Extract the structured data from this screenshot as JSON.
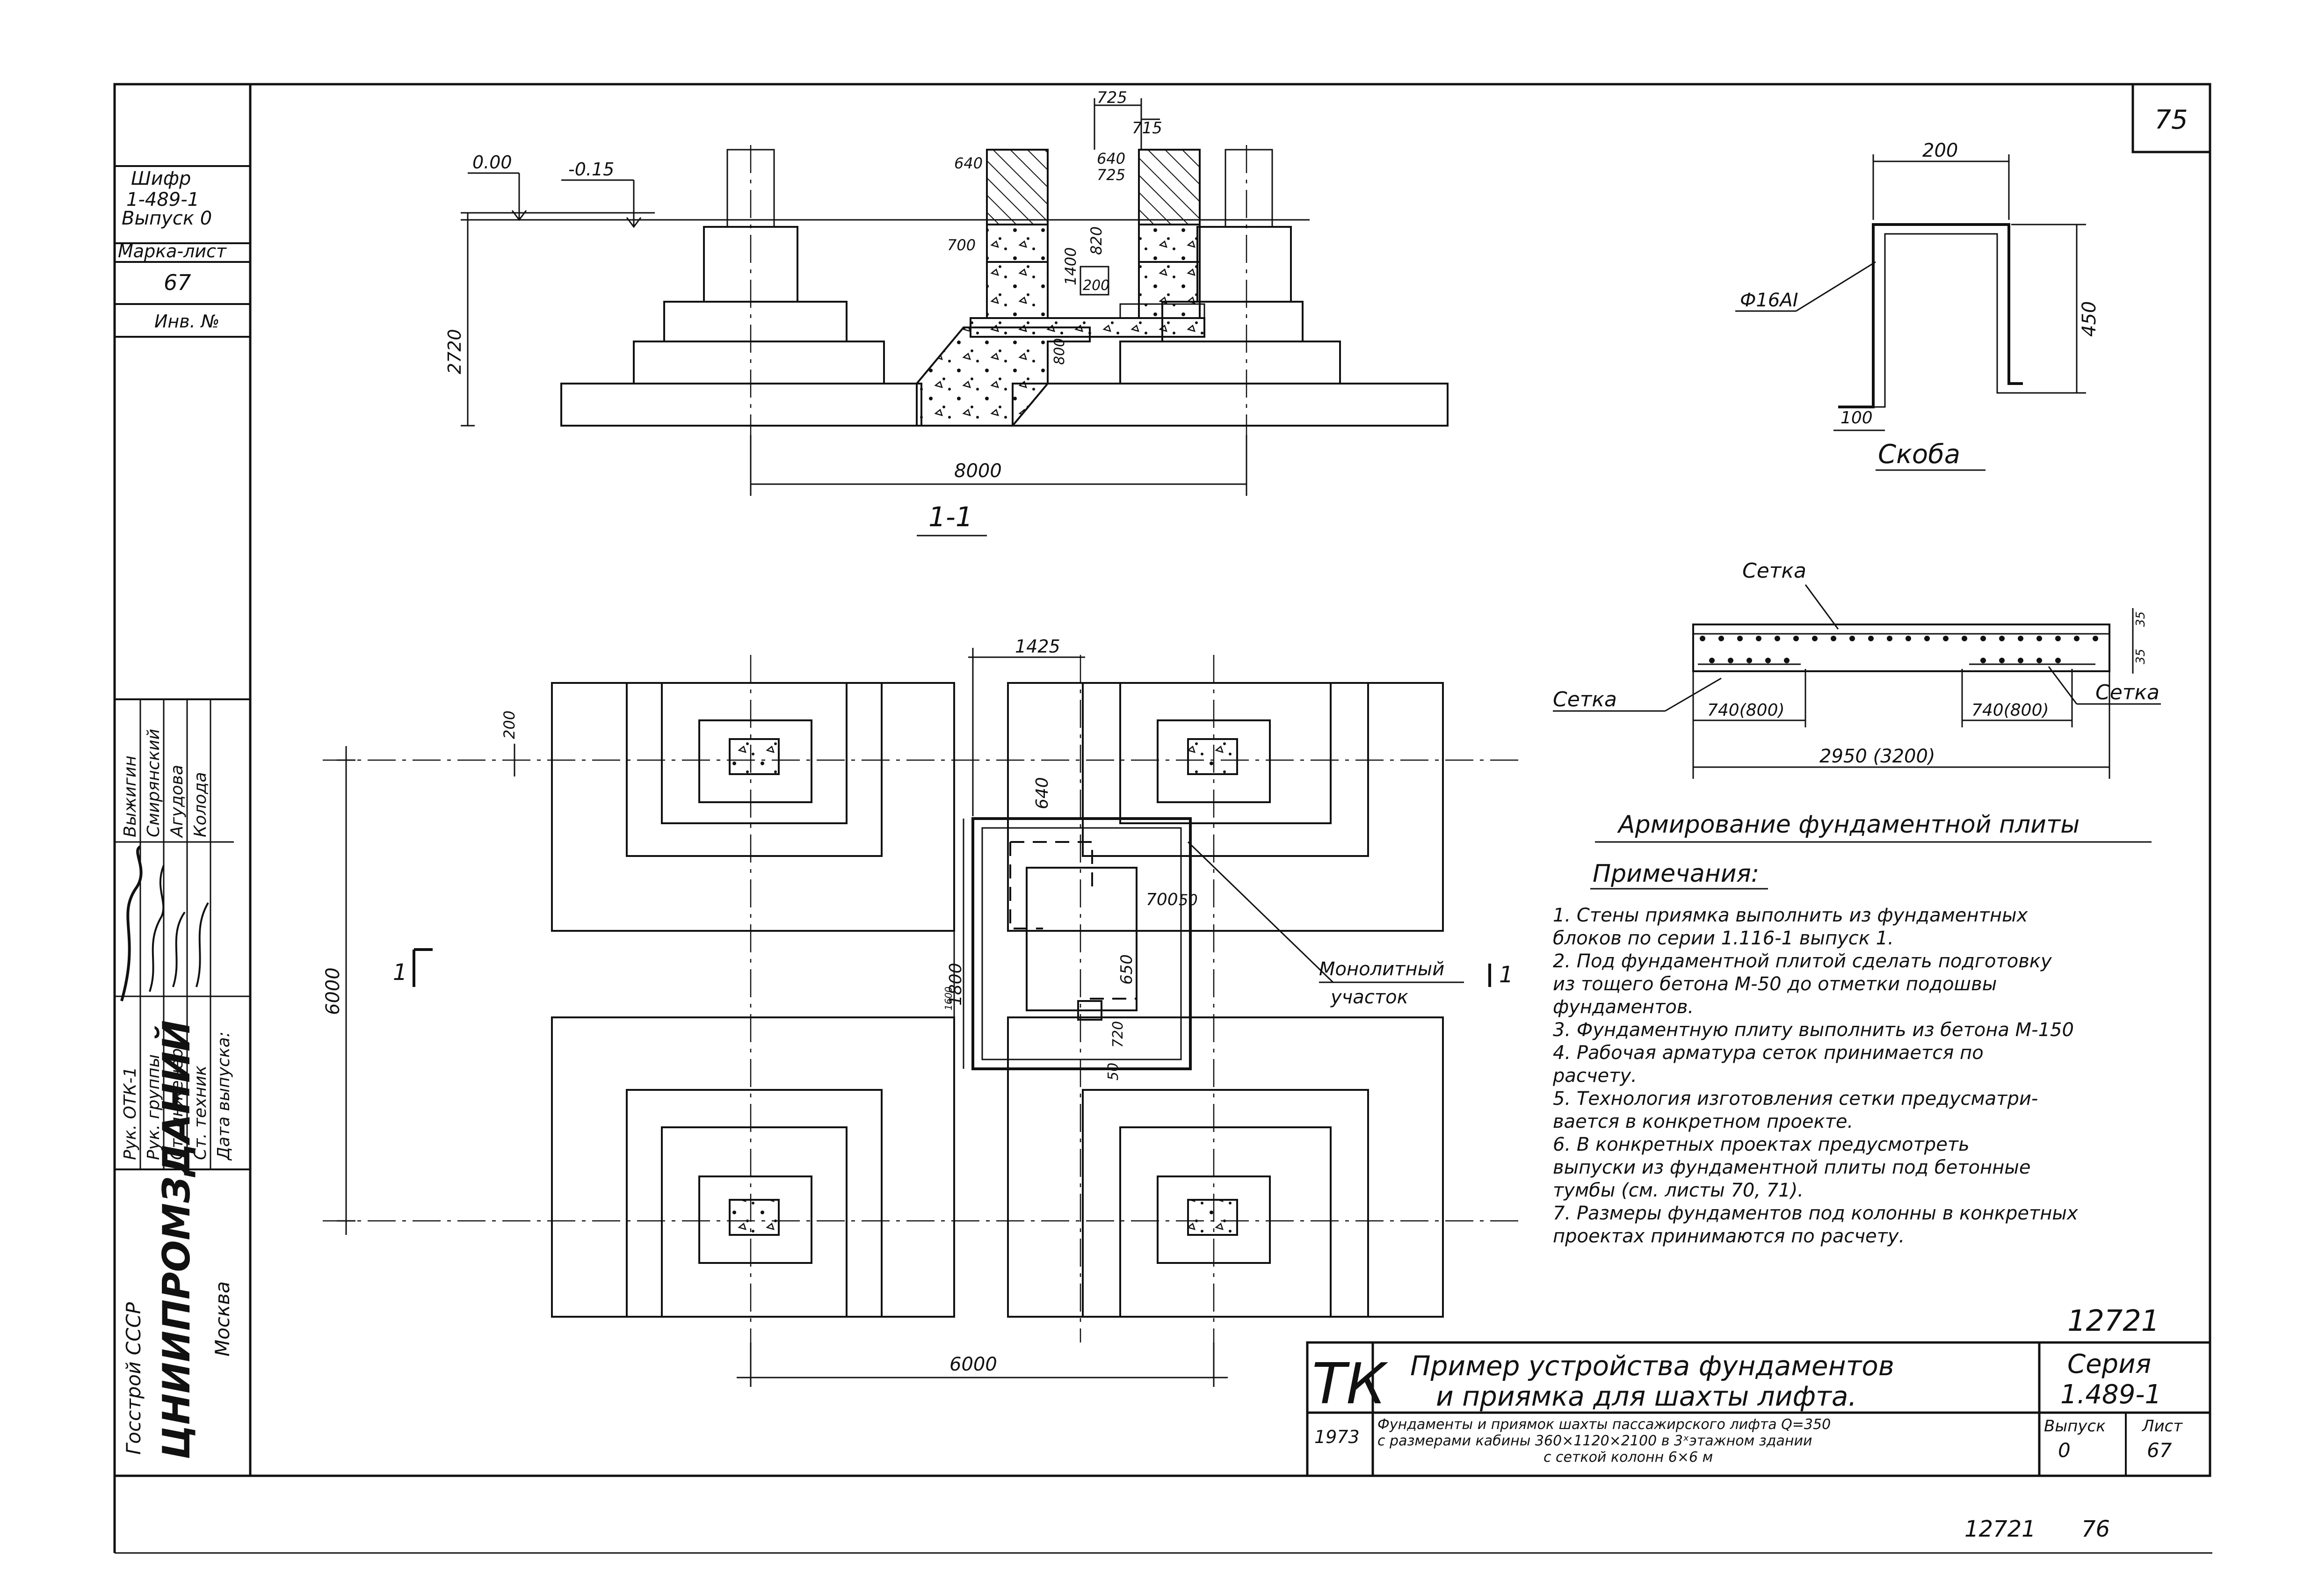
{
  "sheet": {
    "page_number": "75",
    "bottom_code": "12721",
    "bottom_page": "76"
  },
  "side_stamp": {
    "cipher_label": "Шифр",
    "cipher_value": "1-489-1",
    "issue": "Выпуск 0",
    "mark_label": "Марка-лист",
    "mark_value": "67",
    "inv_label": "Инв. №",
    "roles": [
      "Рук. ОТК-1",
      "Рук. группы",
      "Ст. инженер",
      "Ст. техник",
      "Дата выпуска:"
    ],
    "names": [
      "Выжигин",
      "Смирянский",
      "Агудова",
      "Колода"
    ],
    "org_1": "Госстрой СССР",
    "org_2": "ЦНИИПРОМЗДАНИЙ",
    "org_3": "Москва"
  },
  "section_1_1": {
    "title": "1-1",
    "dims": {
      "level_0": "0.00",
      "level_015": "-0.15",
      "h_2720": "2720",
      "w_8000": "8000",
      "d_725": "725",
      "d_715": "715",
      "d_640a": "640",
      "d_640b": "640",
      "d_725b": "725",
      "d_700": "700",
      "d_1400": "1400",
      "d_820": "820",
      "d_200": "200",
      "d_800": "800"
    }
  },
  "plan": {
    "dims": {
      "d_1425": "1425",
      "d_200": "200",
      "d_640": "640",
      "d_700": "700",
      "d_50": "50",
      "d_650": "650",
      "d_1800": "1800",
      "d_1600": "1600",
      "d_720": "720",
      "d_50b": "50",
      "d_6000_v": "6000",
      "d_6000_h": "6000"
    },
    "section_mark": "1",
    "monolith_label_1": "Монолитный",
    "monolith_label_2": "участок"
  },
  "bracket": {
    "title": "Скоба",
    "bar": "Ф16АI",
    "d_200": "200",
    "d_450": "450",
    "d_100": "100"
  },
  "reinforcement": {
    "title": "Армирование фундаментной плиты",
    "mesh_top": "Сетка",
    "mesh_left": "Сетка",
    "mesh_right": "Сетка",
    "d_left": "740(800)",
    "d_right": "740(800)",
    "d_total": "2950 (3200)",
    "d_35a": "35",
    "d_35b": "35"
  },
  "notes": {
    "title": "Примечания:",
    "lines": [
      "1. Стены приямка выполнить из фундаментных",
      "   блоков по серии 1.116-1 выпуск 1.",
      "2. Под фундаментной плитой сделать подготовку",
      "   из тощего бетона М-50 до отметки подошвы",
      "   фундаментов.",
      "3. Фундаментную плиту выполнить из бетона М-150",
      "4. Рабочая арматура сеток принимается по",
      "   расчету.",
      "5. Технология изготовления сетки предусматри-",
      "   вается в конкретном проекте.",
      "6. В конкретных проектах предусмотреть",
      "   выпуски из фундаментной плиты под бетонные",
      "   тумбы (см. листы 70, 71).",
      "7. Размеры фундаментов под колонны в конкретных",
      "   проектах принимаются по расчету."
    ]
  },
  "title_block": {
    "doc_number": "12721",
    "tk": "ТК",
    "title_line1": "Пример устройства фундаментов",
    "title_line2": "и приямка для шахты лифта.",
    "series_label": "Серия",
    "series_value": "1.489-1",
    "year": "1973",
    "desc_line1": "Фундаменты и приямок шахты пассажирского лифта Q=350",
    "desc_line2": "с размерами кабины 360×1120×2100 в 3ˣэтажном здании",
    "desc_line3": "с сеткой колонн 6×6 м",
    "issue_label": "Выпуск",
    "issue_value": "0",
    "sheet_label": "Лист",
    "sheet_value": "67"
  }
}
